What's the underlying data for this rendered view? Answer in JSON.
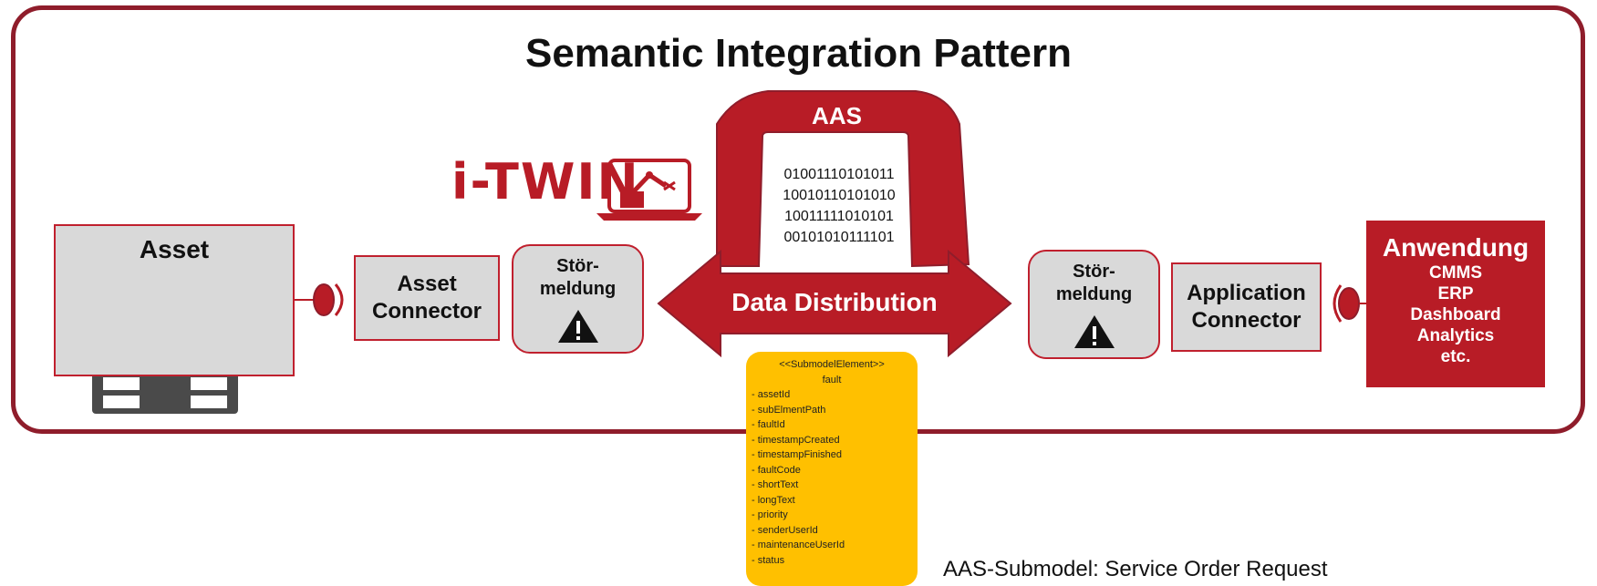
{
  "title": "Semantic Integration Pattern",
  "logo": {
    "text": "i-TWIN",
    "icon": "robot-arm-laptop-icon"
  },
  "aas": {
    "label": "AAS",
    "binary": [
      "01001110101011",
      "10010110101010",
      "10011111010101",
      "00101010111101"
    ]
  },
  "data_distribution": {
    "label": "Data Distribution"
  },
  "asset": {
    "label": "Asset",
    "icon": "machine-icon"
  },
  "asset_connector": {
    "line1": "Asset",
    "line2": "Connector"
  },
  "stoermeldung_left": {
    "line1": "Stör-",
    "line2": "meldung",
    "icon": "warning-icon"
  },
  "stoermeldung_right": {
    "line1": "Stör-",
    "line2": "meldung",
    "icon": "warning-icon"
  },
  "application_connector": {
    "line1": "Application",
    "line2": "Connector"
  },
  "anwendung": {
    "title": "Anwendung",
    "items": [
      "CMMS",
      "ERP",
      "Dashboard",
      "Analytics",
      "etc."
    ]
  },
  "submodel": {
    "stereotype": "<<SubmodelElement>>",
    "name": "fault",
    "fields": [
      "- assetId",
      "- subElmentPath",
      "- faultId",
      "- timestampCreated",
      "- timestampFinished",
      "- faultCode",
      "- shortText",
      "- longText",
      "- priority",
      "- senderUserId",
      "- maintenanceUserId",
      "- status"
    ]
  },
  "caption": "AAS-Submodel: Service Order Request",
  "colors": {
    "accent": "#b81c26",
    "frame": "#8f1d2b",
    "box": "#d9d9d9",
    "submodel": "#ffc000"
  }
}
